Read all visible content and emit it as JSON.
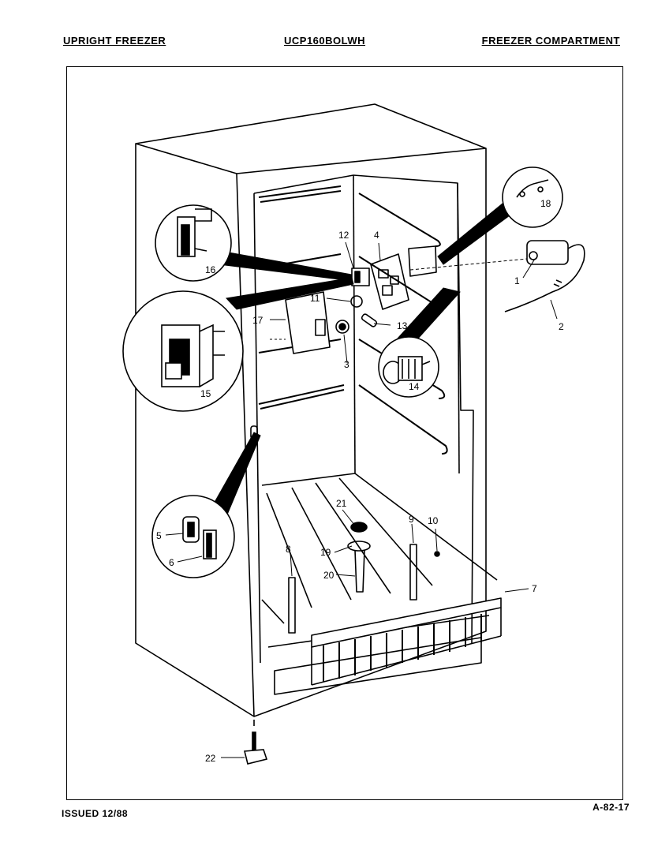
{
  "header": {
    "left": "UPRIGHT FREEZER",
    "center": "UCP160BOLWH",
    "right": "FREEZER COMPARTMENT"
  },
  "footer": {
    "issued": "ISSUED 12/88",
    "page_code": "A-82-17"
  },
  "callouts": {
    "c1": "1",
    "c2": "2",
    "c3": "3",
    "c4": "4",
    "c5": "5",
    "c6": "6",
    "c7": "7",
    "c8": "8",
    "c9": "9",
    "c10": "10",
    "c11": "11",
    "c12": "12",
    "c13": "13",
    "c14": "14",
    "c15": "15",
    "c16": "16",
    "c17": "17",
    "c18": "18",
    "c19": "19",
    "c20": "20",
    "c21": "21",
    "c22": "22"
  }
}
